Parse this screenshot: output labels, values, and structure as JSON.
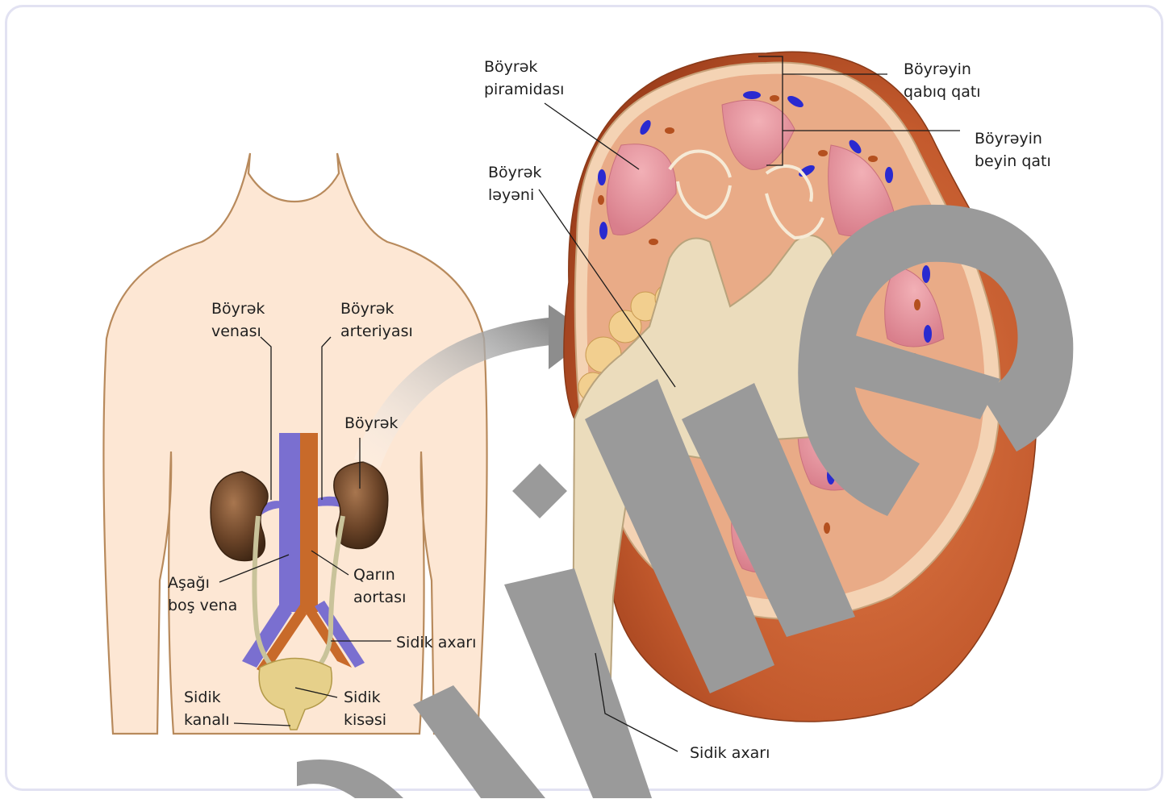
{
  "labels": {
    "boyrek_venasi": [
      "Böyrək",
      "venası"
    ],
    "boyrek_arteriyasi": [
      "Böyrək",
      "arteriyası"
    ],
    "boyrek": "Böyrək",
    "asagi_bos_vena": [
      "Aşağı",
      "boş vena"
    ],
    "qarin_aortasi": [
      "Qarın",
      "aortası"
    ],
    "sidik_axari_left": "Sidik axarı",
    "sidik_kanali": [
      "Sidik",
      "kanalı"
    ],
    "sidik_kisesi": [
      "Sidik",
      "kisəsi"
    ],
    "boyrek_piramidasi": [
      "Böyrək",
      "piramidası"
    ],
    "boyrek_leyeni": [
      "Böyrək",
      "ləyəni"
    ],
    "qabiq_qati": [
      "Böyrəyin",
      "qabıq qatı"
    ],
    "beyin_qati": [
      "Böyrəyin",
      "beyin qatı"
    ],
    "sidik_axari_right": "Sidik axarı"
  },
  "colors": {
    "skin": "#fde7d4",
    "skin_outline": "#b88a5c",
    "vein": "#7a6fd0",
    "artery": "#c86a2a",
    "kidney_dark": "#5b3a22",
    "capsule": "#c45a2c",
    "cortex": "#e9ab87",
    "pyramid": "#e38f9b",
    "pelvis": "#ebdcbc",
    "watermark": "#9a9a9a"
  }
}
